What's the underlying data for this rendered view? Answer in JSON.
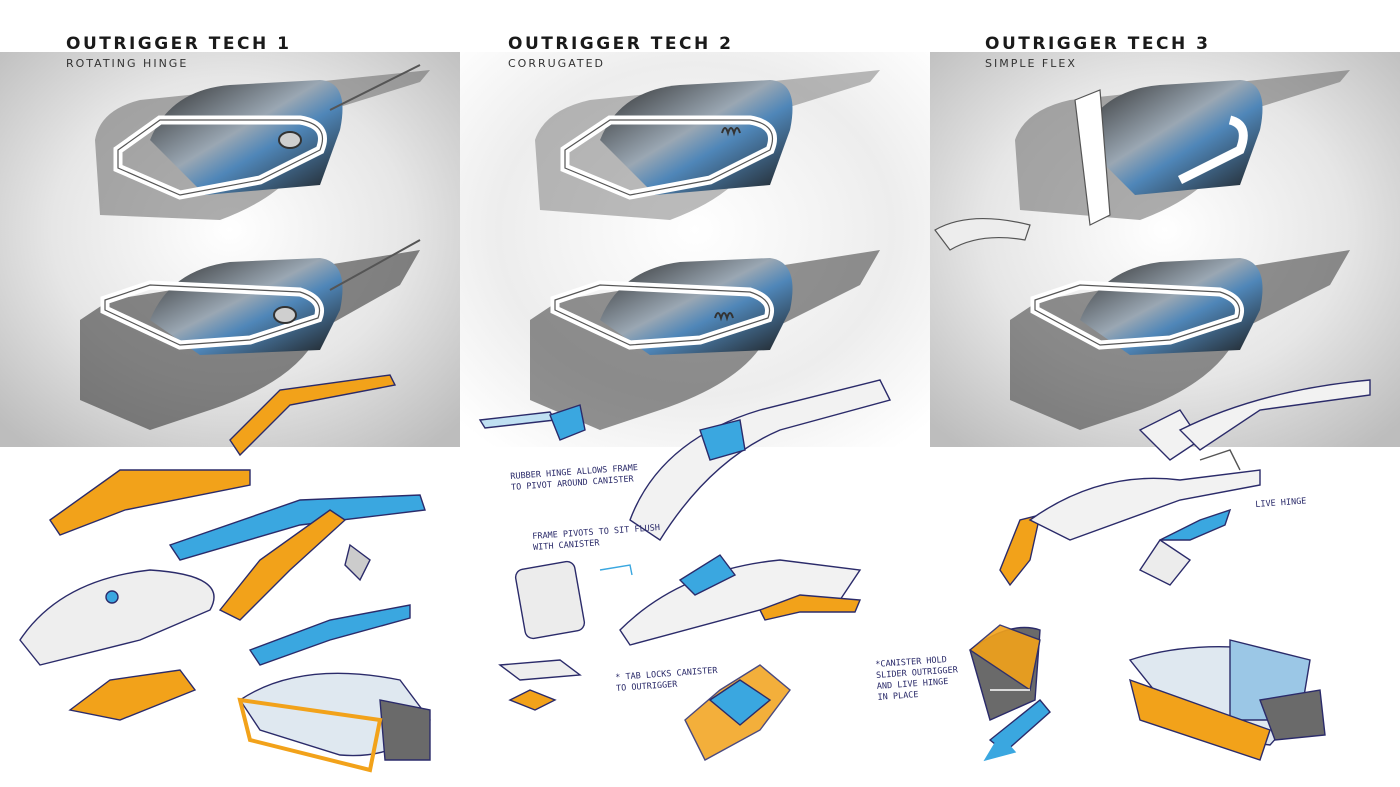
{
  "panels": [
    {
      "title": "OUTRIGGER TECH 1",
      "subtitle": "ROTATING HINGE"
    },
    {
      "title": "OUTRIGGER TECH 2",
      "subtitle": "CORRUGATED"
    },
    {
      "title": "OUTRIGGER TECH 3",
      "subtitle": "SIMPLE FLEX"
    }
  ],
  "annotations": {
    "rubber_hinge": "RUBBER HINGE ALLOWS FRAME\nTO PIVOT AROUND CANISTER",
    "frame_pivots": "FRAME PIVOTS TO SIT FLUSH\nWITH CANISTER",
    "tab_locks": "* TAB LOCKS CANISTER\nTO OUTRIGGER",
    "canister_hold": "*CANISTER HOLD\nSLIDER OUTRIGGER\nAND LIVE HINGE\nIN PLACE",
    "live_hinge": "LIVE HINGE"
  },
  "colors": {
    "orange": "#f2a21a",
    "blue": "#3aa7e0",
    "lens": "#4f86b8",
    "ink": "#2b2b6a"
  }
}
